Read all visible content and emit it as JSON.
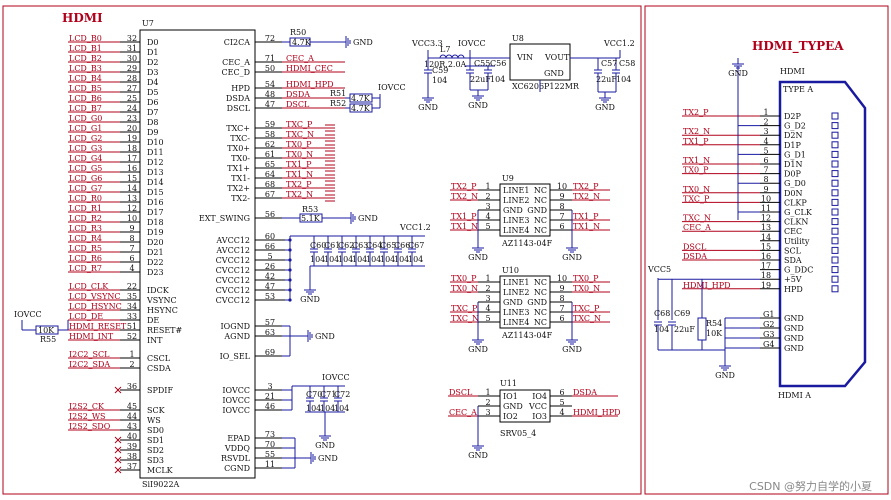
{
  "frame": {
    "left_title": "HDMI",
    "right_title": "HDMI_TYPEA",
    "watermark": "CSDN @努力自学的小夏"
  },
  "u7": {
    "ref": "U7",
    "part": "SiI9022A",
    "left_pins": [
      {
        "net": "LCD_B0",
        "num": "32",
        "name": "D0"
      },
      {
        "net": "LCD_B1",
        "num": "31",
        "name": "D1"
      },
      {
        "net": "LCD_B2",
        "num": "30",
        "name": "D2"
      },
      {
        "net": "LCD_B3",
        "num": "29",
        "name": "D3"
      },
      {
        "net": "LCD_B4",
        "num": "28",
        "name": "D4"
      },
      {
        "net": "LCD_B5",
        "num": "27",
        "name": "D5"
      },
      {
        "net": "LCD_B6",
        "num": "25",
        "name": "D6"
      },
      {
        "net": "LCD_B7",
        "num": "24",
        "name": "D7"
      },
      {
        "net": "LCD_G0",
        "num": "23",
        "name": "D8"
      },
      {
        "net": "LCD_G1",
        "num": "20",
        "name": "D9"
      },
      {
        "net": "LCD_G2",
        "num": "19",
        "name": "D10"
      },
      {
        "net": "LCD_G3",
        "num": "18",
        "name": "D11"
      },
      {
        "net": "LCD_G4",
        "num": "17",
        "name": "D12"
      },
      {
        "net": "LCD_G5",
        "num": "16",
        "name": "D13"
      },
      {
        "net": "LCD_G6",
        "num": "15",
        "name": "D14"
      },
      {
        "net": "LCD_G7",
        "num": "14",
        "name": "D15"
      },
      {
        "net": "LCD_R0",
        "num": "13",
        "name": "D16"
      },
      {
        "net": "LCD_R1",
        "num": "12",
        "name": "D17"
      },
      {
        "net": "LCD_R2",
        "num": "10",
        "name": "D18"
      },
      {
        "net": "LCD_R3",
        "num": "9",
        "name": "D19"
      },
      {
        "net": "LCD_R4",
        "num": "8",
        "name": "D20"
      },
      {
        "net": "LCD_R5",
        "num": "7",
        "name": "D21"
      },
      {
        "net": "LCD_R6",
        "num": "6",
        "name": "D22"
      },
      {
        "net": "LCD_R7",
        "num": "4",
        "name": "D23"
      }
    ],
    "ctrl_pins": [
      {
        "net": "LCD_CLK",
        "num": "22",
        "name": "IDCK"
      },
      {
        "net": "LCD_VSYNC",
        "num": "35",
        "name": "VSYNC"
      },
      {
        "net": "LCD_HSYNC",
        "num": "34",
        "name": "HSYNC"
      },
      {
        "net": "LCD_DE",
        "num": "33",
        "name": "DE"
      },
      {
        "net": "HDMI_RESET",
        "num": "51",
        "name": "RESET#"
      },
      {
        "net": "HDMI_INT",
        "num": "52",
        "name": "INT"
      }
    ],
    "bus_pins": [
      {
        "net": "I2C2_SCL",
        "num": "1",
        "name": "CSCL"
      },
      {
        "net": "I2C2_SDA",
        "num": "2",
        "name": "CSDA"
      },
      {
        "net": "",
        "num": "36",
        "name": "SPDIF"
      },
      {
        "net": "I2S2_CK",
        "num": "45",
        "name": "SCK"
      },
      {
        "net": "I2S2_WS",
        "num": "44",
        "name": "WS"
      },
      {
        "net": "I2S2_SDO",
        "num": "43",
        "name": "SD0"
      },
      {
        "net": "",
        "num": "40",
        "name": "SD1"
      },
      {
        "net": "",
        "num": "39",
        "name": "SD2"
      },
      {
        "net": "",
        "num": "38",
        "name": "SD3"
      },
      {
        "net": "",
        "num": "37",
        "name": "MCLK"
      }
    ],
    "right_top": [
      {
        "name": "CI2CA",
        "num": "72",
        "net": ""
      },
      {
        "name": "CEC_A",
        "num": "71",
        "net": "CEC_A"
      },
      {
        "name": "CEC_D",
        "num": "50",
        "net": "HDMI_CEC"
      },
      {
        "name": "HPD",
        "num": "54",
        "net": "HDMI_HPD"
      },
      {
        "name": "DSDA",
        "num": "48",
        "net": "DSDA"
      },
      {
        "name": "DSCL",
        "num": "47",
        "net": "DSCL"
      }
    ],
    "right_tx": [
      {
        "name": "TXC+",
        "num": "59",
        "net": "TXC_P"
      },
      {
        "name": "TXC-",
        "num": "58",
        "net": "TXC_N"
      },
      {
        "name": "TX0+",
        "num": "62",
        "net": "TX0_P"
      },
      {
        "name": "TX0-",
        "num": "61",
        "net": "TX0_N"
      },
      {
        "name": "TX1+",
        "num": "65",
        "net": "TX1_P"
      },
      {
        "name": "TX1-",
        "num": "64",
        "net": "TX1_N"
      },
      {
        "name": "TX2+",
        "num": "68",
        "net": "TX2_P"
      },
      {
        "name": "TX2-",
        "num": "67",
        "net": "TX2_N"
      }
    ],
    "ext_swing": {
      "name": "EXT_SWING",
      "num": "56"
    },
    "power_pins": [
      {
        "name": "AVCC12",
        "num": "60"
      },
      {
        "name": "AVCC12",
        "num": "66"
      },
      {
        "name": "CVCC12",
        "num": "5"
      },
      {
        "name": "CVCC12",
        "num": "26"
      },
      {
        "name": "CVCC12",
        "num": "42"
      },
      {
        "name": "CVCC12",
        "num": "47"
      },
      {
        "name": "CVCC12",
        "num": "53"
      }
    ],
    "gnd_pins": [
      {
        "name": "IOGND",
        "num": "57"
      },
      {
        "name": "AGND",
        "num": "63"
      },
      {
        "name": "IO_SEL",
        "num": "69"
      }
    ],
    "io_pins": [
      {
        "name": "IOVCC",
        "num": "3"
      },
      {
        "name": "IOVCC",
        "num": "21"
      },
      {
        "name": "IOVCC",
        "num": "46"
      }
    ],
    "bottom_pins": [
      {
        "name": "EPAD",
        "num": "73"
      },
      {
        "name": "VDDQ",
        "num": "70"
      },
      {
        "name": "RSVDL",
        "num": "55"
      },
      {
        "name": "CGND",
        "num": "11"
      }
    ]
  },
  "r50": {
    "ref": "R50",
    "val": "4.7K",
    "gnd": "GND"
  },
  "r51": {
    "ref": "R51",
    "val": "4.7K"
  },
  "r52": {
    "ref": "R52",
    "val": "4.7K"
  },
  "r53": {
    "ref": "R53",
    "val": "5.1K",
    "gnd": "GND"
  },
  "r55": {
    "ref": "R55",
    "val": "10K",
    "rail": "IOVCC"
  },
  "r51_rail": "IOVCC",
  "decap12": {
    "rail": "VCC1.2",
    "caps": [
      "C60",
      "C61",
      "C62",
      "C63",
      "C64",
      "C65",
      "C66",
      "C67"
    ],
    "val": "104",
    "gnd": "GND"
  },
  "decapio": {
    "rail": "IOVCC",
    "caps": [
      "C70",
      "C71",
      "C72"
    ],
    "val": "104",
    "gnd": "GND"
  },
  "gnd_labels": [
    "GND",
    "GND",
    "GND"
  ],
  "u8": {
    "ref": "U8",
    "part": "XC6206P122MR",
    "vin": "VIN",
    "vout": "VOUT",
    "gnd": "GND",
    "in_rail": "VCC3.3",
    "io_rail": "IOVCC",
    "out_rail": "VCC1.2",
    "l7": "L7",
    "l7_val": "120R,2.0A",
    "c59": "C59",
    "c59v": "104",
    "c55": "C55",
    "c56": "C56",
    "c55v": "22uF",
    "c56v": "104",
    "c57": "C57",
    "c58": "C58",
    "c57v": "22uF",
    "c58v": "104",
    "gnds": [
      "GND",
      "GND",
      "GND"
    ]
  },
  "u9": {
    "ref": "U9",
    "part": "AZ1143-04F",
    "pins_l": [
      {
        "net": "TX2_P",
        "num": "1",
        "name": "LINE1"
      },
      {
        "net": "TX2_N",
        "num": "2",
        "name": "LINE2"
      },
      {
        "net": "",
        "num": "3",
        "name": "GND"
      },
      {
        "net": "TX1_P",
        "num": "4",
        "name": "LINE3"
      },
      {
        "net": "TX1_N",
        "num": "5",
        "name": "LINE4"
      }
    ],
    "pins_r": [
      {
        "net": "TX2_P",
        "num": "10",
        "name": "NC"
      },
      {
        "net": "TX2_N",
        "num": "9",
        "name": "NC"
      },
      {
        "net": "",
        "num": "8",
        "name": "GND"
      },
      {
        "net": "TX1_P",
        "num": "7",
        "name": "NC"
      },
      {
        "net": "TX1_N",
        "num": "6",
        "name": "NC"
      }
    ],
    "gnd": "GND"
  },
  "u10": {
    "ref": "U10",
    "part": "AZ1143-04F",
    "pins_l": [
      {
        "net": "TX0_P",
        "num": "1",
        "name": "LINE1"
      },
      {
        "net": "TX0_N",
        "num": "2",
        "name": "LINE2"
      },
      {
        "net": "",
        "num": "3",
        "name": "GND"
      },
      {
        "net": "TXC_P",
        "num": "4",
        "name": "LINE3"
      },
      {
        "net": "TXC_N",
        "num": "5",
        "name": "LINE4"
      }
    ],
    "pins_r": [
      {
        "net": "TX0_P",
        "num": "10",
        "name": "NC"
      },
      {
        "net": "TX0_N",
        "num": "9",
        "name": "NC"
      },
      {
        "net": "",
        "num": "8",
        "name": "GND"
      },
      {
        "net": "TXC_P",
        "num": "7",
        "name": "NC"
      },
      {
        "net": "TXC_N",
        "num": "6",
        "name": "NC"
      }
    ],
    "gnd": "GND"
  },
  "u11": {
    "ref": "U11",
    "part": "SRV05_4",
    "pins_l": [
      {
        "net": "DSCL",
        "num": "1",
        "name": "IO1"
      },
      {
        "net": "",
        "num": "2",
        "name": "GND"
      },
      {
        "net": "CEC_A",
        "num": "3",
        "name": "IO2"
      }
    ],
    "pins_r": [
      {
        "net": "DSDA",
        "num": "6",
        "name": "IO4"
      },
      {
        "net": "",
        "num": "5",
        "name": "VCC"
      },
      {
        "net": "HDMI_HPD",
        "num": "4",
        "name": "IO3"
      }
    ],
    "gnd": "GND"
  },
  "hdmi": {
    "ref": "HDMI",
    "type": "TYPE A",
    "label": "HDMI A",
    "gnd": "GND",
    "rail": "VCC5",
    "pins": [
      {
        "net": "TX2_P",
        "num": "1",
        "name": "D2P"
      },
      {
        "net": "",
        "num": "2",
        "name": "G_D2"
      },
      {
        "net": "TX2_N",
        "num": "3",
        "name": "D2N"
      },
      {
        "net": "TX1_P",
        "num": "4",
        "name": "D1P"
      },
      {
        "net": "",
        "num": "5",
        "name": "G_D1"
      },
      {
        "net": "TX1_N",
        "num": "6",
        "name": "D1N"
      },
      {
        "net": "TX0_P",
        "num": "7",
        "name": "D0P"
      },
      {
        "net": "",
        "num": "8",
        "name": "G_D0"
      },
      {
        "net": "TX0_N",
        "num": "9",
        "name": "D0N"
      },
      {
        "net": "TXC_P",
        "num": "10",
        "name": "CLKP"
      },
      {
        "net": "",
        "num": "11",
        "name": "G_CLK"
      },
      {
        "net": "TXC_N",
        "num": "12",
        "name": "CLKN"
      },
      {
        "net": "CEC_A",
        "num": "13",
        "name": "CEC"
      },
      {
        "net": "",
        "num": "14",
        "name": "Utility"
      },
      {
        "net": "DSCL",
        "num": "15",
        "name": "SCL"
      },
      {
        "net": "DSDA",
        "num": "16",
        "name": "SDA"
      },
      {
        "net": "",
        "num": "17",
        "name": "G_DDC"
      },
      {
        "net": "",
        "num": "18",
        "name": "+5V"
      },
      {
        "net": "HDMI_HPD",
        "num": "19",
        "name": "HPD"
      }
    ],
    "gpins": [
      {
        "num": "G1",
        "name": "GND"
      },
      {
        "num": "G2",
        "name": "GND"
      },
      {
        "num": "G3",
        "name": "GND"
      },
      {
        "num": "G4",
        "name": "GND"
      }
    ],
    "c68": "C68",
    "c69": "C69",
    "c68v": "104",
    "c69v": "22uF",
    "r54": "R54",
    "r54v": "10K"
  }
}
